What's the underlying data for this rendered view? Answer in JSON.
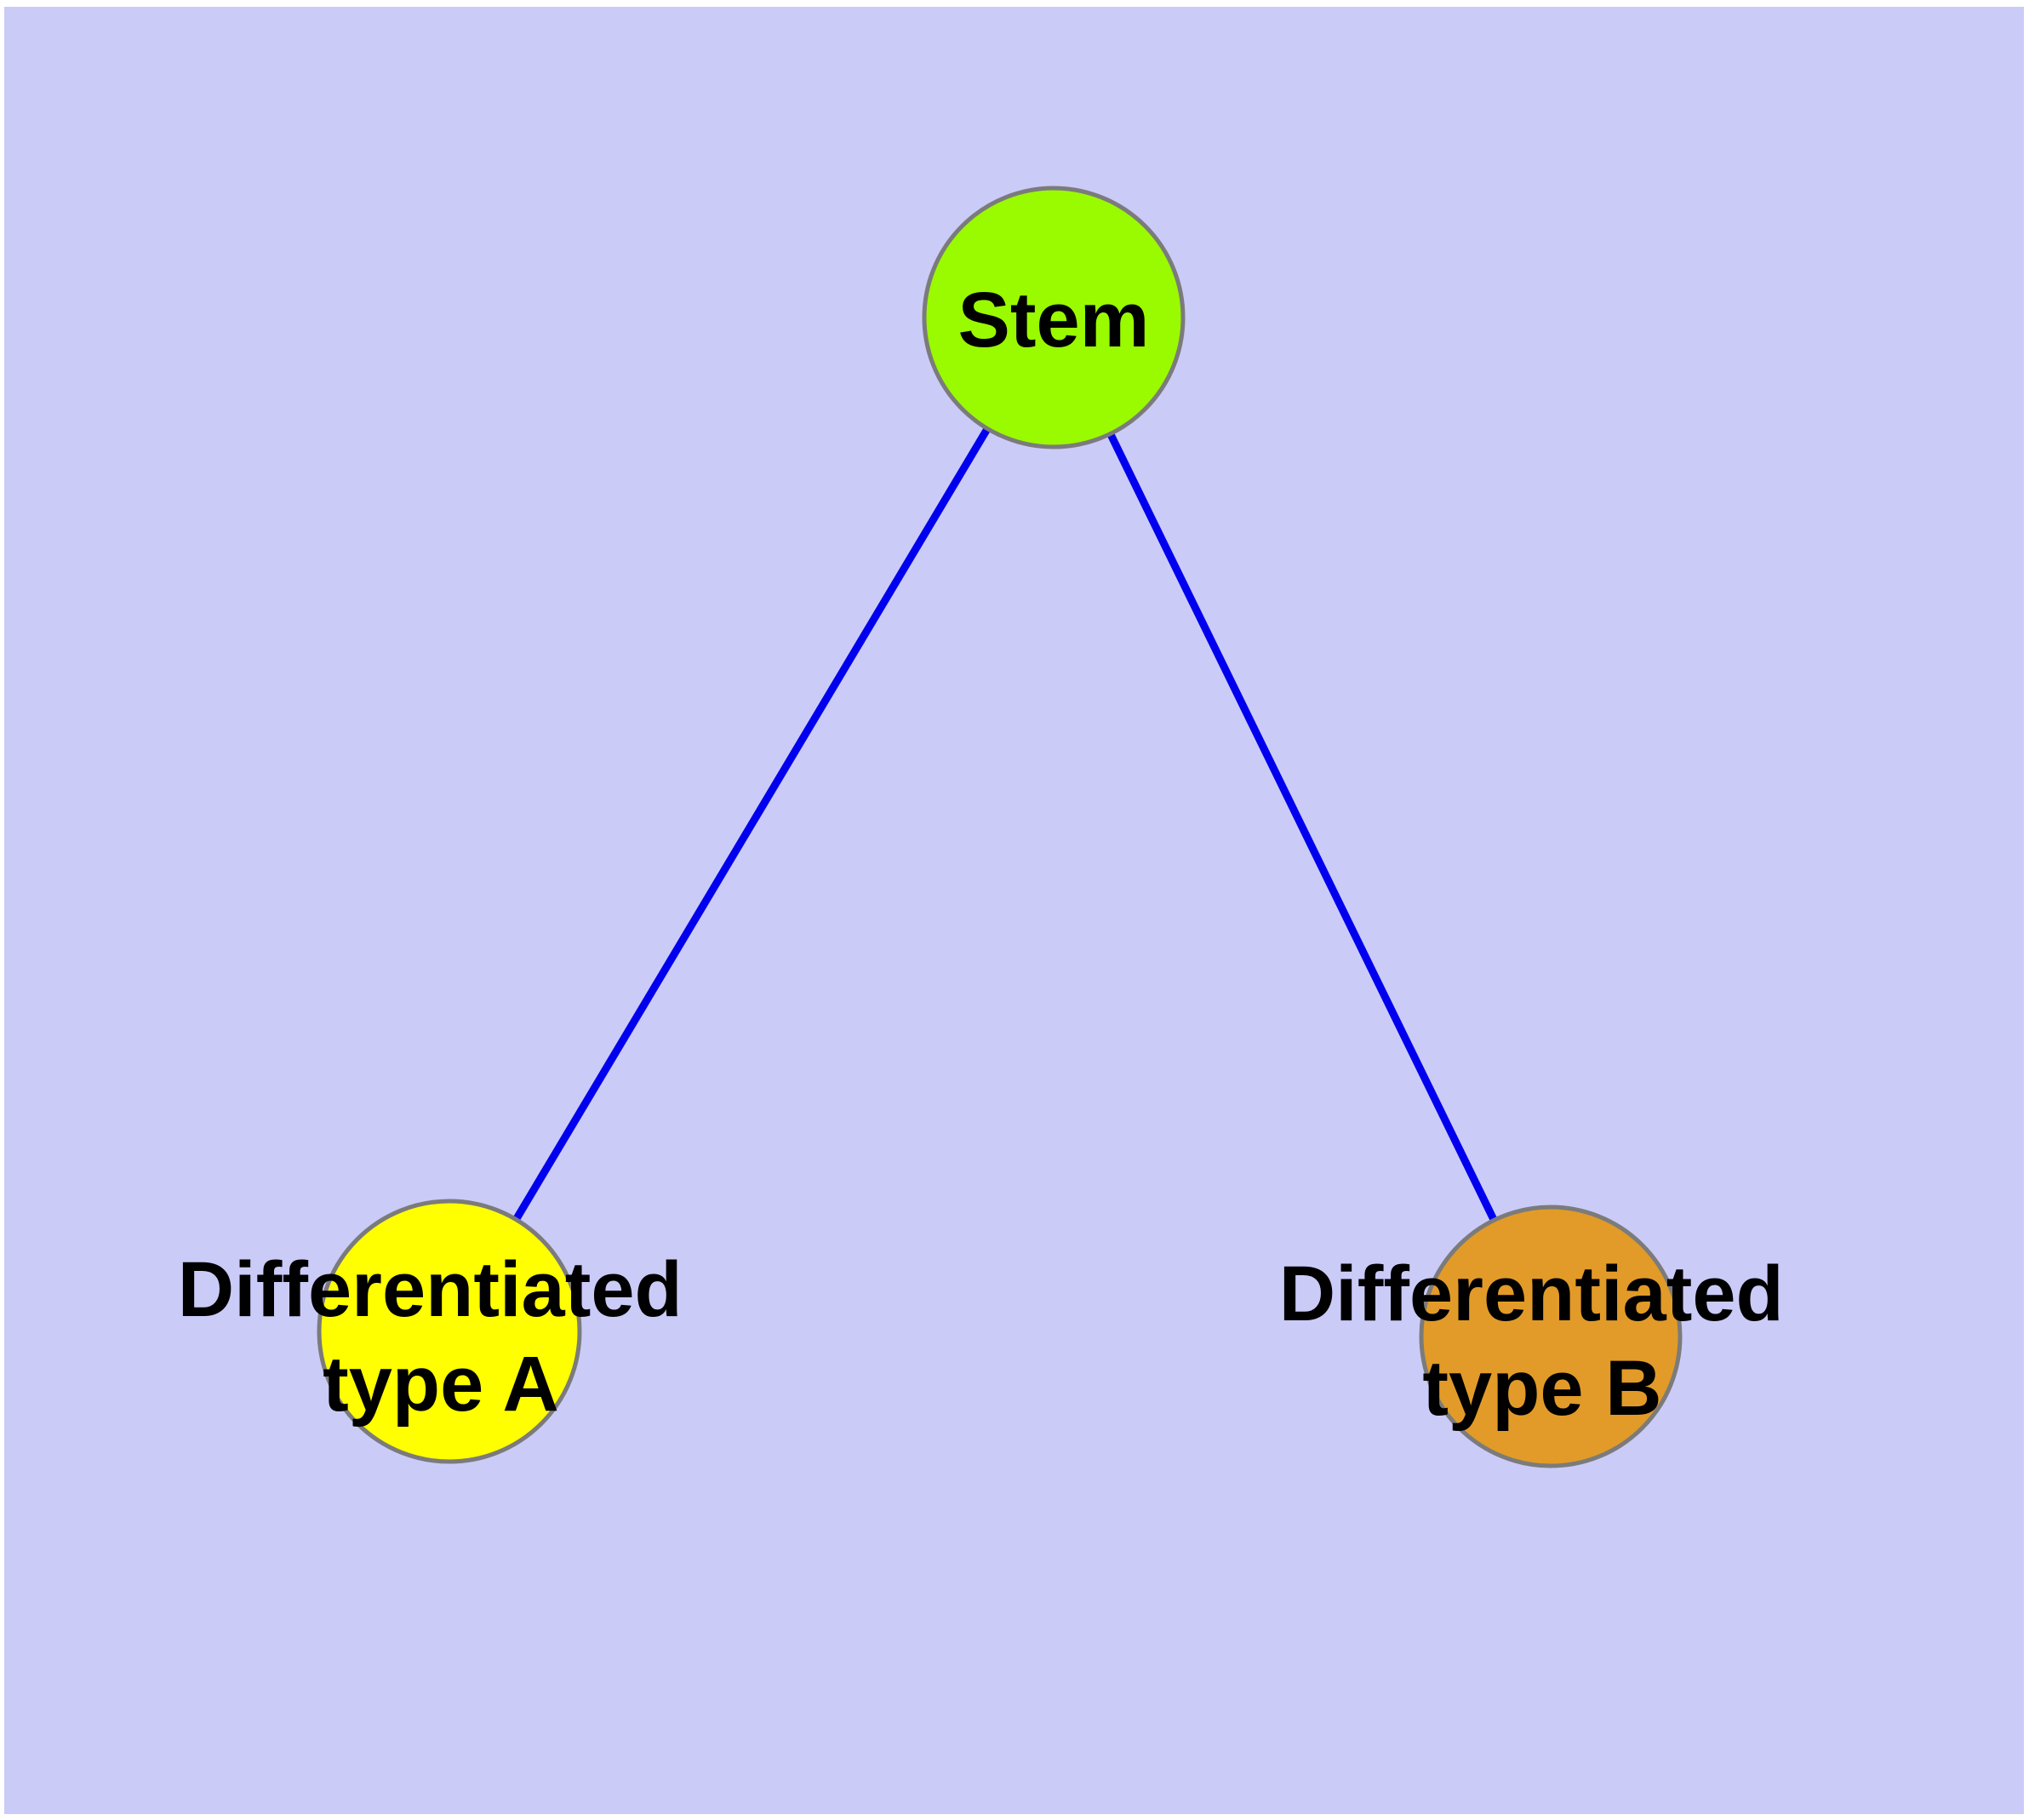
{
  "diagram": {
    "description": "Cell differentiation graph: one stem node with two differentiated daughter types",
    "colors": {
      "page_margin": "#ffffff",
      "background": "#cbcbf8",
      "edge": "#0000ee",
      "node_border": "#7b7b7b",
      "label": "#000000"
    },
    "nodes": [
      {
        "id": "stem",
        "label": "Stem",
        "color": "#9afa00"
      },
      {
        "id": "differentiated-type-a",
        "label": "Differentiated type A",
        "label_line1": "Differentiated",
        "label_line2": "type A",
        "color": "#ffff00"
      },
      {
        "id": "differentiated-type-b",
        "label": "Differentiated type B",
        "label_line1": "Differentiated",
        "label_line2": "type B",
        "color": "#e29b28"
      }
    ],
    "edges": [
      {
        "from": "Stem",
        "to": "Differentiated type A"
      },
      {
        "from": "Stem",
        "to": "Differentiated type B"
      }
    ]
  }
}
